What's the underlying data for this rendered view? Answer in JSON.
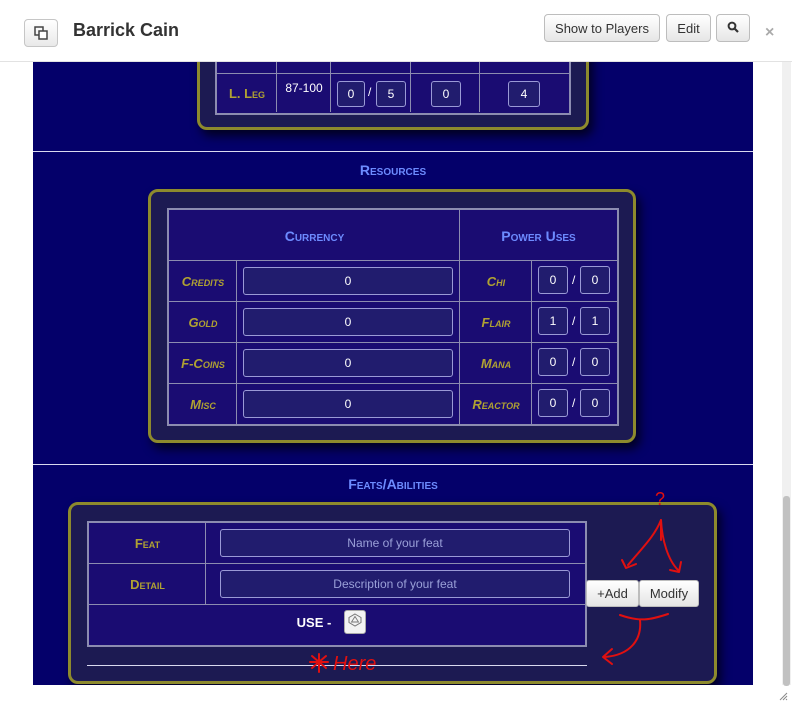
{
  "window": {
    "title": "Barrick Cain",
    "buttons": {
      "show_to_players": "Show to Players",
      "edit": "Edit"
    },
    "icons": {
      "popout": "popout-icon",
      "search": "search-icon",
      "close": "close-icon"
    }
  },
  "hit_locations": {
    "row": {
      "label": "L. Leg",
      "range": "87-100",
      "current": "0",
      "separator": "/",
      "max": "5",
      "armor": "0",
      "total": "4"
    }
  },
  "resources": {
    "title": "Resources",
    "currency_header": "Currency",
    "power_header": "Power Uses",
    "currency": [
      {
        "label": "Credits",
        "value": "0"
      },
      {
        "label": "Gold",
        "value": "0"
      },
      {
        "label": "F-Coins",
        "value": "0"
      },
      {
        "label": "Misc",
        "value": "0"
      }
    ],
    "power": [
      {
        "label": "Chi",
        "current": "0",
        "max": "0"
      },
      {
        "label": "Flair",
        "current": "1",
        "max": "1"
      },
      {
        "label": "Mana",
        "current": "0",
        "max": "0"
      },
      {
        "label": "Reactor",
        "current": "0",
        "max": "0"
      }
    ],
    "separator": "/"
  },
  "feats": {
    "title": "Feats/Abilities",
    "feat_label": "Feat",
    "feat_placeholder": "Name of your feat",
    "detail_label": "Detail",
    "detail_placeholder": "Description of your feat",
    "use_label": "USE -",
    "add_button": "+Add",
    "modify_button": "Modify"
  },
  "annotation": {
    "question": "?",
    "note": "Here"
  },
  "colors": {
    "background": "#04006a",
    "border_gold": "#8d8a2d",
    "label_gold": "#b0a232",
    "header_blue": "#6d8bff",
    "annotation_red": "#e01010"
  }
}
